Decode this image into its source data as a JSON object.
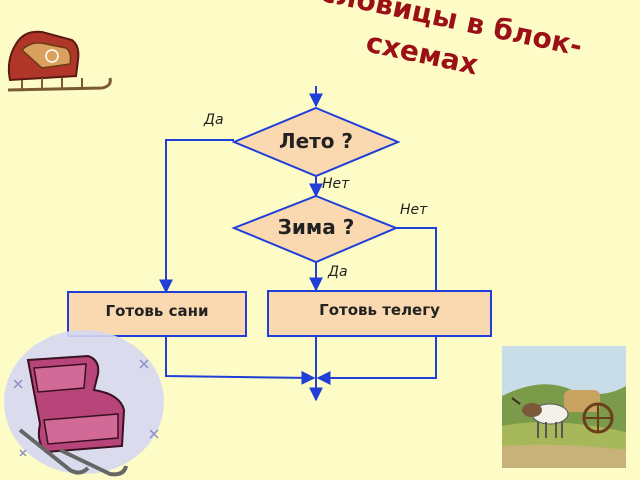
{
  "title": {
    "line1": "Пословицы в блок-",
    "line2": "схемах"
  },
  "diagram": {
    "decision1": {
      "text": "Лето ?",
      "yes_label": "Да",
      "no_label": "Нет"
    },
    "decision2": {
      "text": "Зима ?",
      "yes_label": "Да",
      "no_label": "Нет"
    },
    "process1": {
      "text": "Готовь сани"
    },
    "process2": {
      "text": "Готовь телегу"
    }
  },
  "colors": {
    "background": "#fdfbc6",
    "title": "#9b0f16",
    "shape_fill": "#fbd9b0",
    "shape_stroke": "#1f3fd8",
    "line": "#1f3fd8"
  },
  "images": [
    "sleigh-clipart-top-left",
    "sled-clipart-bottom-left",
    "ox-cart-picture-bottom-right"
  ]
}
